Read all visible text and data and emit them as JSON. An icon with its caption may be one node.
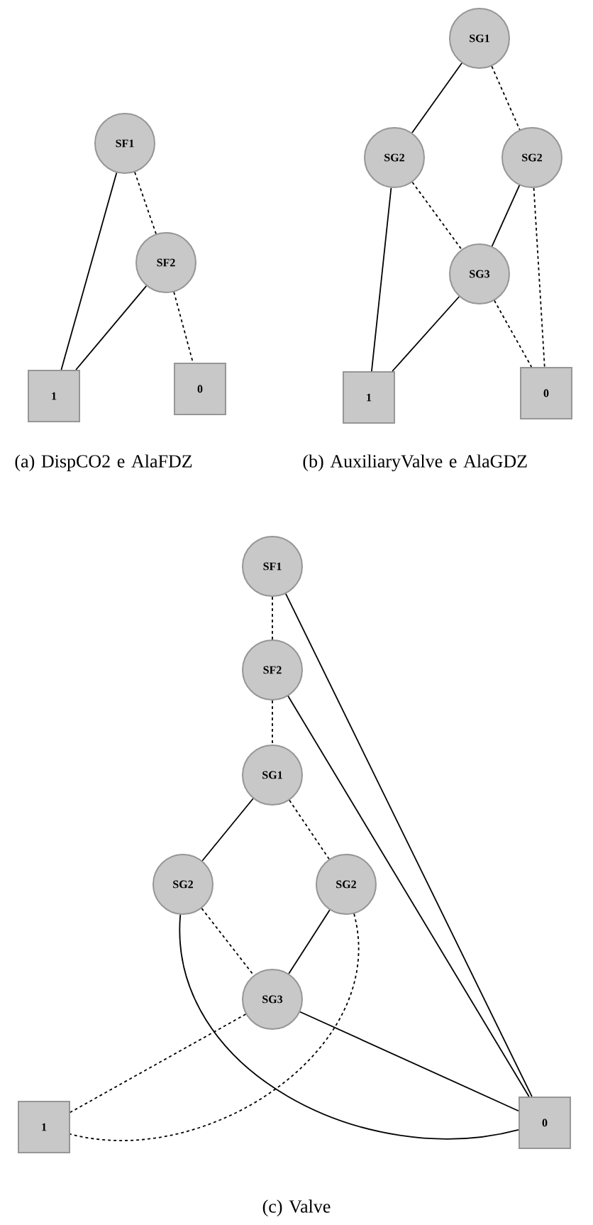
{
  "diagram": {
    "nodes": [
      {
        "text": [
          "SF1"
        ]
      },
      {
        "text": [
          "SF2"
        ]
      },
      {
        "text": [
          "1"
        ]
      },
      {
        "text": [
          "0"
        ]
      },
      {
        "text": [
          "SG1"
        ]
      },
      {
        "text": [
          "SG2"
        ]
      },
      {
        "text": [
          "SG2"
        ]
      },
      {
        "text": [
          "SG3"
        ]
      },
      {
        "text": [
          "1"
        ]
      },
      {
        "text": [
          "0"
        ]
      },
      {
        "text": [
          "SF1"
        ]
      },
      {
        "text": [
          "SF2"
        ]
      },
      {
        "text": [
          "SG1"
        ]
      },
      {
        "text": [
          "SG2"
        ]
      },
      {
        "text": [
          "SG2"
        ]
      },
      {
        "text": [
          "SG3"
        ]
      },
      {
        "text": [
          "1"
        ]
      },
      {
        "text": [
          "0"
        ]
      }
    ],
    "edges": [
      {
        "from": 0,
        "to": 2,
        "arrow": "none"
      },
      {
        "from": 0,
        "to": 1,
        "arrow": "none",
        "style": "dashed"
      },
      {
        "from": 1,
        "to": 2,
        "arrow": "none"
      },
      {
        "from": 1,
        "to": 3,
        "arrow": "none",
        "style": "dashed"
      },
      {
        "from": 4,
        "to": 5,
        "arrow": "none"
      },
      {
        "from": 4,
        "to": 6,
        "arrow": "none",
        "style": "dashed"
      },
      {
        "from": 5,
        "to": 8,
        "arrow": "none"
      },
      {
        "from": 5,
        "to": 7,
        "arrow": "none",
        "style": "dashed"
      },
      {
        "from": 6,
        "to": 7,
        "arrow": "none"
      },
      {
        "from": 6,
        "to": 9,
        "arrow": "none",
        "style": "dashed"
      },
      {
        "from": 7,
        "to": 8,
        "arrow": "none"
      },
      {
        "from": 7,
        "to": 9,
        "arrow": "none",
        "style": "dashed"
      },
      {
        "from": 10,
        "to": 11,
        "arrow": "none",
        "style": "dashed"
      },
      {
        "from": 10,
        "to": 17,
        "arrow": "none"
      },
      {
        "from": 11,
        "to": 12,
        "arrow": "none",
        "style": "dashed"
      },
      {
        "from": 11,
        "to": 17,
        "arrow": "none"
      },
      {
        "from": 12,
        "to": 13,
        "arrow": "none"
      },
      {
        "from": 12,
        "to": 14,
        "arrow": "none",
        "style": "dashed"
      },
      {
        "from": 13,
        "to": 15,
        "arrow": "none",
        "style": "dashed"
      },
      {
        "from": 14,
        "to": 15,
        "arrow": "none"
      },
      {
        "from": 15,
        "to": 17,
        "arrow": "none"
      },
      {
        "from": 15,
        "to": 16,
        "arrow": "none",
        "style": "dashed"
      },
      {
        "from": 13,
        "to": 17,
        "arrow": "none"
      },
      {
        "from": 14,
        "to": 16,
        "arrow": "none",
        "style": "dashed"
      }
    ],
    "labels": [
      "(a) DispCO2 e AlaFDZ",
      "(b) AuxiliaryValve e AlaGDZ",
      "(c) Valve"
    ]
  }
}
